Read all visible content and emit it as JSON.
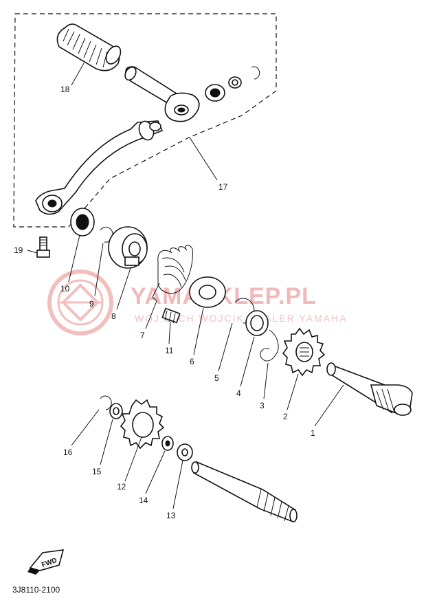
{
  "watermark": {
    "title": "YAMASKLEP.PL",
    "subtitle": "WOJ.JECH WOJCIK DEALER YAMAHA",
    "logo_color": "#e88b8b"
  },
  "diagram_code": "3J8110-2100",
  "fwd_label": "FWD",
  "parts": [
    {
      "num": "1"
    },
    {
      "num": "2"
    },
    {
      "num": "3"
    },
    {
      "num": "4"
    },
    {
      "num": "5"
    },
    {
      "num": "6"
    },
    {
      "num": "7"
    },
    {
      "num": "8"
    },
    {
      "num": "9"
    },
    {
      "num": "10"
    },
    {
      "num": "11"
    },
    {
      "num": "12"
    },
    {
      "num": "13"
    },
    {
      "num": "14"
    },
    {
      "num": "15"
    },
    {
      "num": "16"
    },
    {
      "num": "17"
    },
    {
      "num": "18"
    },
    {
      "num": "19"
    }
  ]
}
